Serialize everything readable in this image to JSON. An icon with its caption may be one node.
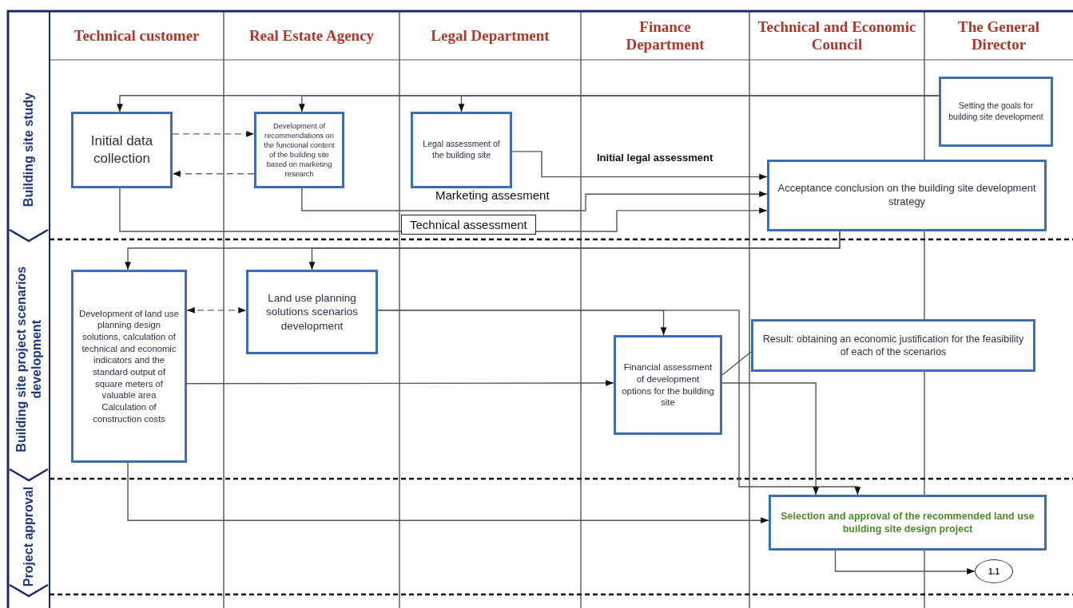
{
  "diagram": {
    "nodes": [
      {
        "text": [
          "Technical customer"
        ]
      },
      {
        "text": [
          "Real Estate Agency"
        ]
      },
      {
        "text": [
          "Legal Department"
        ]
      },
      {
        "text": [
          "Finance Department"
        ]
      },
      {
        "text": [
          "Technical and Economic Council"
        ]
      },
      {
        "text": [
          "The General Director"
        ]
      },
      {
        "text": [
          "Building site study"
        ]
      },
      {
        "text": [
          "Building site project scenarios development"
        ]
      },
      {
        "text": [
          "Project approval"
        ]
      },
      {
        "text": [
          "Setting the goals for building site development"
        ]
      },
      {
        "text": [
          "Initial data collection"
        ]
      },
      {
        "text": [
          "Development of recommendations on the functional content of the building site based on marketing research"
        ]
      },
      {
        "text": [
          "Legal assessment of the building site"
        ]
      },
      {
        "text": [
          "Acceptance conclusion on the building site development strategy"
        ]
      },
      {
        "text": [
          "Development of land use planning design solutions, calculation of technical and economic indicators and the standard output of square meters of valuable area",
          "Calculation of construction costs"
        ]
      },
      {
        "text": [
          "Land use planning solutions scenarios development"
        ]
      },
      {
        "text": [
          "Financial assessment of development options for the building site"
        ]
      },
      {
        "text": [
          "Result: obtaining an economic justification for the feasibility of each of the scenarios"
        ]
      },
      {
        "text": [
          "Selection and approval of the recommended land use building site design project"
        ]
      },
      {
        "text": [
          "1.1"
        ]
      }
    ],
    "edges": [
      {
        "from": 9,
        "to": 10,
        "arrow": "to"
      },
      {
        "from": 9,
        "to": 11,
        "arrow": "to"
      },
      {
        "from": 9,
        "to": 12,
        "arrow": "to"
      },
      {
        "from": 10,
        "to": 11,
        "arrow": "to",
        "style": "dashed"
      },
      {
        "from": 11,
        "to": 10,
        "arrow": "to",
        "style": "dashed"
      },
      {
        "from": 12,
        "to": 13,
        "arrow": "to",
        "label": "Initial legal assessment"
      },
      {
        "from": 11,
        "to": 13,
        "arrow": "to",
        "label": "Marketing assesment"
      },
      {
        "from": 10,
        "to": 13,
        "arrow": "to",
        "label": "Technical assessment"
      },
      {
        "from": 13,
        "to": 14,
        "arrow": "to"
      },
      {
        "from": 13,
        "to": 15,
        "arrow": "to"
      },
      {
        "from": 14,
        "to": 15,
        "arrow": "both",
        "style": "dashed"
      },
      {
        "from": 15,
        "to": 16,
        "arrow": "to"
      },
      {
        "from": 15,
        "to": 18,
        "arrow": "to"
      },
      {
        "from": 14,
        "to": 16,
        "arrow": "to"
      },
      {
        "from": 16,
        "to": 18,
        "arrow": "to"
      },
      {
        "from": 16,
        "to": 17,
        "arrow": "none"
      },
      {
        "from": 14,
        "to": 18,
        "arrow": "to"
      },
      {
        "from": 18,
        "to": 19,
        "arrow": "to"
      }
    ]
  }
}
